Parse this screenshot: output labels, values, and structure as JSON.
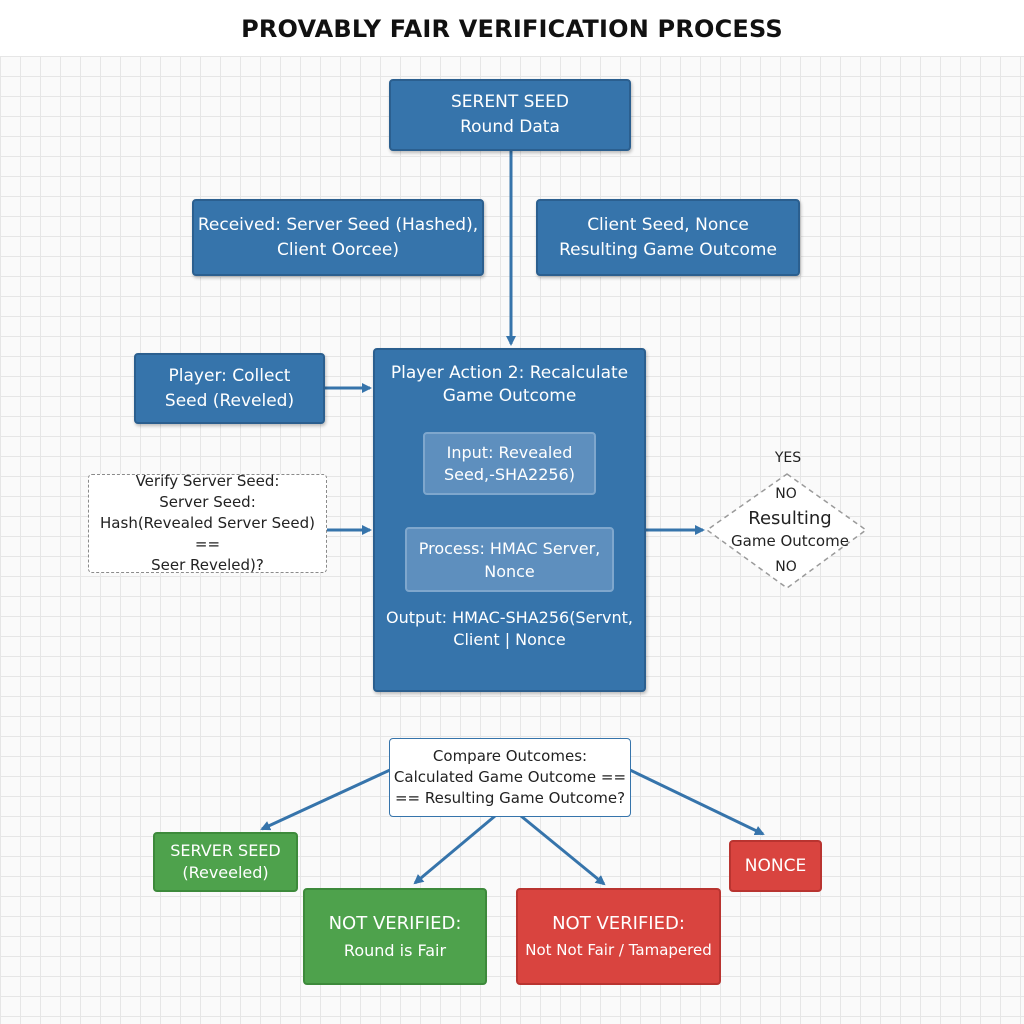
{
  "title": "PROVABLY FAIR VERIFICATION PROCESS",
  "colors": {
    "process_blue": "#3674ab",
    "arrow_blue": "#3674ab",
    "verified_green": "#4ea24c",
    "not_verified_red": "#d9443f"
  },
  "nodes": {
    "seed": {
      "line1": "SERENT SEED",
      "line2": "Round Data"
    },
    "received": {
      "line1": "Received: Server Seed (Hashed),",
      "line2": "Client Oorcee)"
    },
    "client_seed": {
      "line1": "Client Seed, Nonce",
      "line2": "Resulting Game Outcome"
    },
    "collect": {
      "line1": "Player: Collect",
      "line2": "Seed (Reveled)"
    },
    "verify": {
      "line1": "Verify Server Seed:",
      "line2": "Server Seed:",
      "line3": "Hash(Revealed Server Seed) ==",
      "line4": "Seer Reveled)?"
    },
    "recalculate": {
      "title_line1": "Player Action 2: Recalculate",
      "title_line2": "Game Outcome",
      "input_line1": "Input: Revealed",
      "input_line2": "Seed,-SHA2256)",
      "process_line1": "Process: HMAC Server,",
      "process_line2": "Nonce",
      "output_line1": "Output: HMAC-SHA256(Servnt,",
      "output_line2": "Client | Nonce"
    },
    "decision": {
      "yes": "YES",
      "no_top": "NO",
      "label_line1": "Resulting",
      "label_line2": "Game Outcome",
      "no_bottom": "NO"
    },
    "compare": {
      "line1": "Compare Outcomes:",
      "line2": "Calculated Game Outcome ==",
      "line3": "== Resulting Game Outcome?"
    },
    "server_seed": {
      "line1": "SERVER SEED",
      "line2": "(Reveeled)"
    },
    "nonce": {
      "label": "NONCE"
    },
    "not_verified_green": {
      "line1": "NOT VERIFIED:",
      "line2": "Round is Fair"
    },
    "not_verified_red": {
      "line1": "NOT VERIFIED:",
      "line2": "Not Not Fair / Tamapered"
    }
  }
}
